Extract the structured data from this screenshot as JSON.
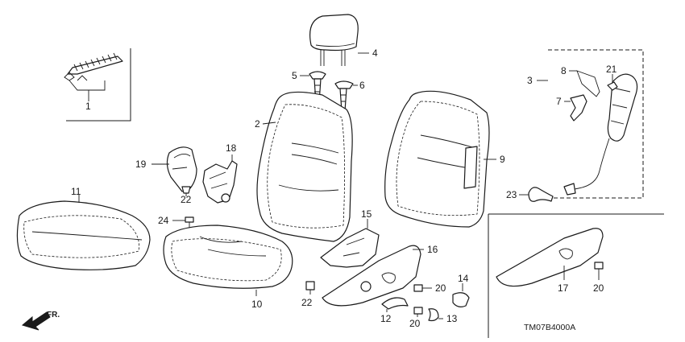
{
  "diagram_code": "TM07B4000A",
  "direction_label": "FR.",
  "callouts": {
    "c1": "1",
    "c2": "2",
    "c3": "3",
    "c4": "4",
    "c5": "5",
    "c6": "6",
    "c7": "7",
    "c8": "8",
    "c9": "9",
    "c10": "10",
    "c11": "11",
    "c12": "12",
    "c13": "13",
    "c14": "14",
    "c15": "15",
    "c16": "16",
    "c17": "17",
    "c18": "18",
    "c19": "19",
    "c20a": "20",
    "c20b": "20",
    "c20c": "20",
    "c21": "21",
    "c22a": "22",
    "c22b": "22",
    "c23": "23",
    "c24": "24"
  }
}
